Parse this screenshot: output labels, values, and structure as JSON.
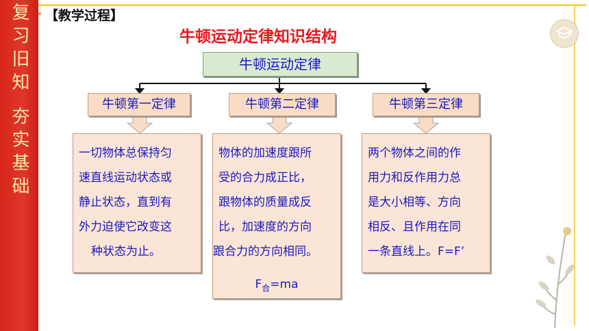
{
  "sidebar": {
    "text": "复习旧知 夯实基础"
  },
  "header": {
    "section_label": "【教学过程】"
  },
  "diagram": {
    "title": "牛顿运动定律知识结构",
    "root": "牛顿运动定律",
    "laws": [
      {
        "name": "牛顿第一定律",
        "lines": [
          "一切物体总保持匀",
          "速直线运动状态或",
          "静止状态，直到有",
          "外力迫使它改变这",
          "种状态为止。"
        ]
      },
      {
        "name": "牛顿第二定律",
        "lines": [
          "物体的加速度跟所",
          "受的合力成正比，",
          "跟物体的质量成反",
          "比，加速度的方向",
          "跟合力的方向相同。"
        ],
        "formula": {
          "prefix": "F",
          "sub": "合",
          "suffix": "=ma"
        }
      },
      {
        "name": "牛顿第三定律",
        "lines": [
          "两个物体之间的作",
          "用力和反作用力总",
          "是大小相等、方向",
          "相反、且作用在同",
          "一条直线上。F=F’"
        ]
      }
    ]
  },
  "colors": {
    "title": "#e8181e",
    "text": "#1a1ac0",
    "sidebar": "#d7261b",
    "sidebar_text": "#fbe8a6"
  }
}
